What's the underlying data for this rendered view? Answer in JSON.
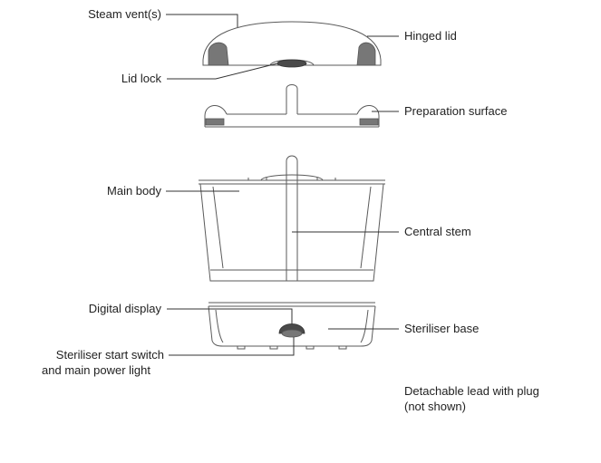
{
  "labels": {
    "steam_vents": "Steam vent(s)",
    "hinged_lid": "Hinged lid",
    "lid_lock": "Lid lock",
    "preparation_surface": "Preparation surface",
    "main_body": "Main body",
    "central_stem": "Central stem",
    "digital_display": "Digital display",
    "steriliser_base": "Steriliser base",
    "start_switch_line1": "Steriliser start switch",
    "start_switch_line2": "and main power light",
    "lead_line1": "Detachable lead with plug",
    "lead_line2": "(not shown)"
  },
  "colors": {
    "outline": "#5a5a5a",
    "shade": "#777777",
    "text": "#222222"
  }
}
